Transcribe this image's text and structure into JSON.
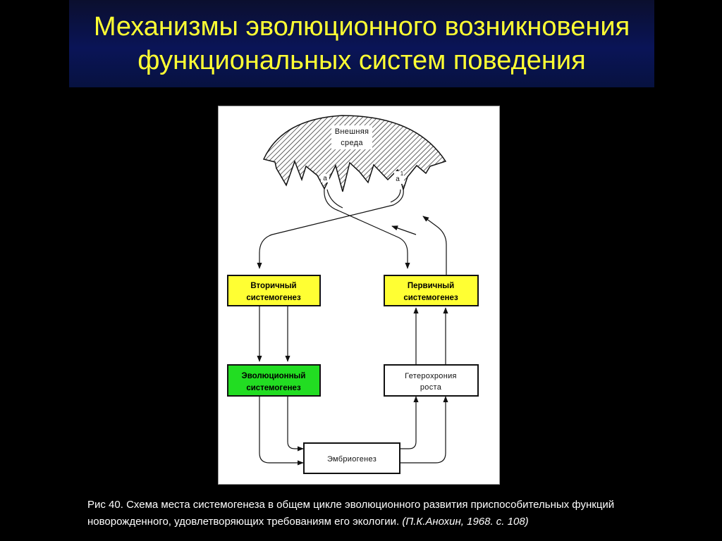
{
  "title": {
    "line1": "Механизмы эволюционного возникновения",
    "line2": "функциональных систем поведения"
  },
  "colors": {
    "title_text": "#ffff33",
    "background": "#000000",
    "title_band": "#0a1457",
    "yellow_box": "#ffff33",
    "green_box": "#22dd22"
  },
  "diagram": {
    "environment": {
      "line1": "Внешняя",
      "line2": "среда",
      "label_a": "а",
      "label_a1": "а",
      "label_a1_sup": "1"
    },
    "boxes": {
      "secondary": {
        "line1": "Вторичный",
        "line2": "системогенез"
      },
      "primary": {
        "line1": "Первичный",
        "line2": "системогенез"
      },
      "evolutionary": {
        "line1": "Эволюционный",
        "line2": "системогенез"
      },
      "heterochrony": {
        "line1": "Гетерохрония",
        "line2": "роста"
      },
      "embryogenesis": {
        "label": "Эмбриогенез"
      }
    }
  },
  "caption": {
    "text": "Рис 40. Схема места системогенеза в общем цикле эволюционного развития приспособительных функций новорожденного, удовлетворяющих требованиям его экологии.",
    "author": "(П.К.Анохин, 1968. с. 108)"
  }
}
